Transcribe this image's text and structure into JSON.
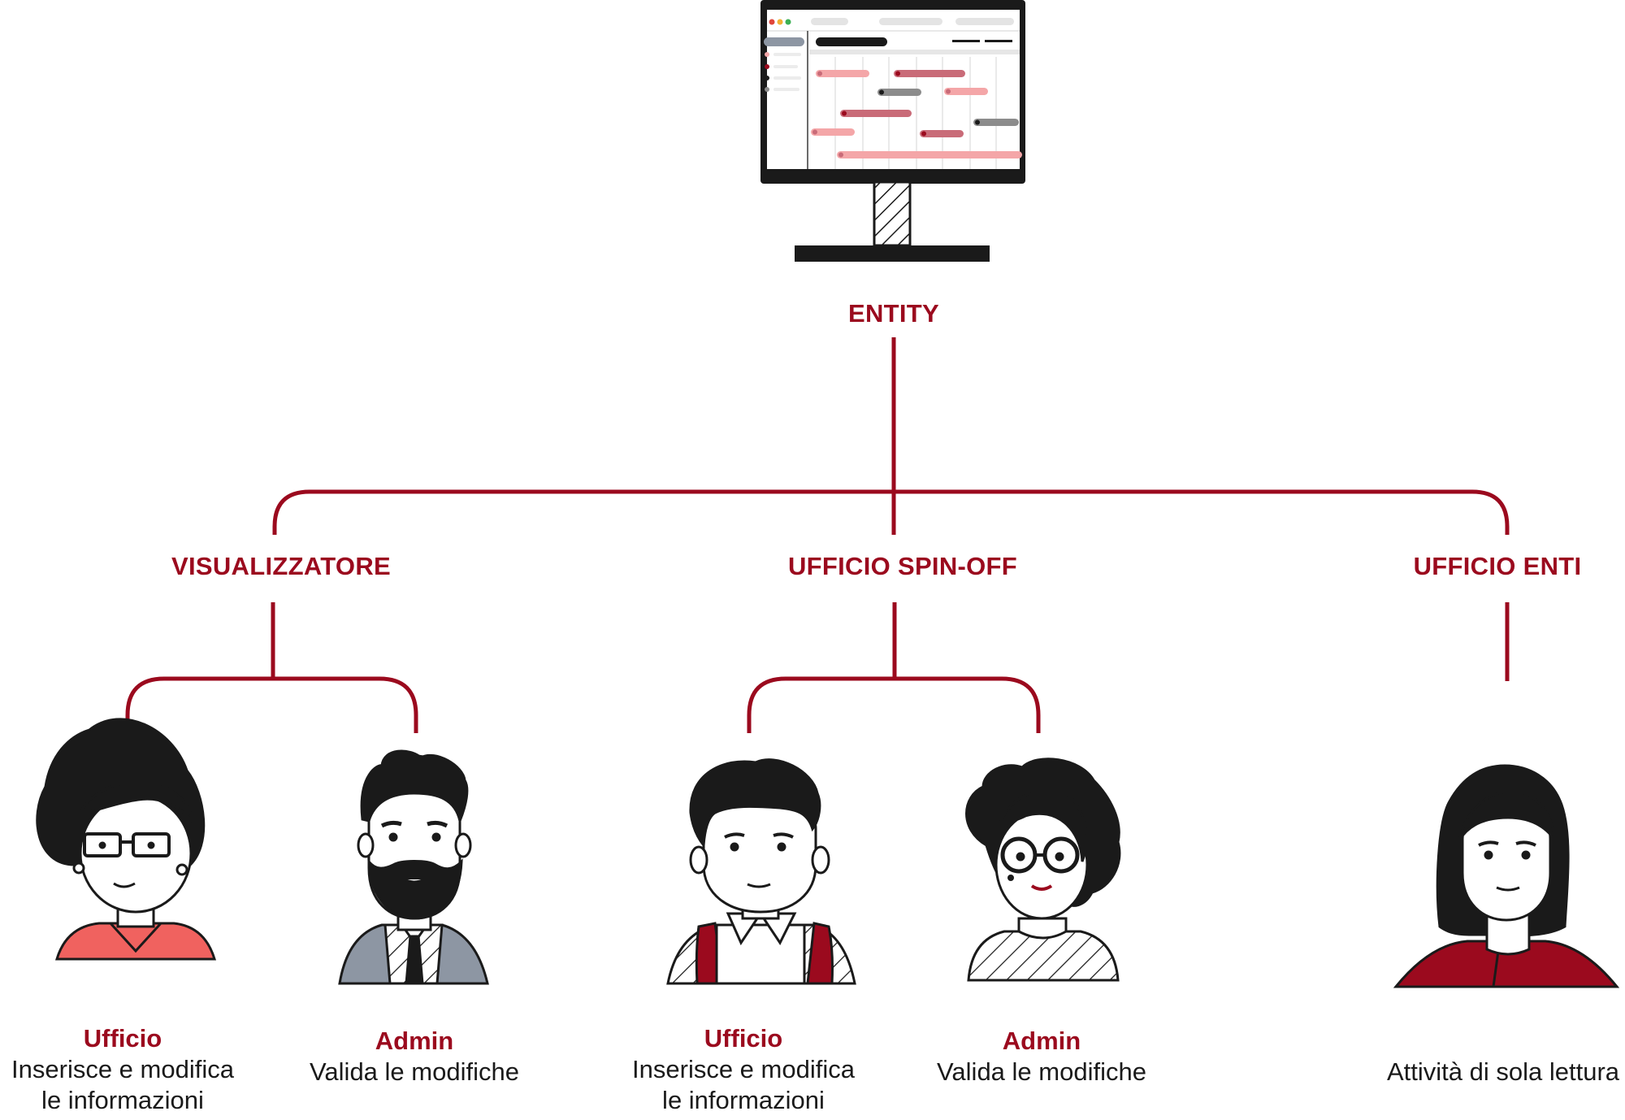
{
  "colors": {
    "accent": "#9b0a1e",
    "connector": "#9b0a1e",
    "coral_shirt": "#f0625f",
    "grey_jacket": "#8d96a3",
    "dark_red_shirt": "#9b0a1e",
    "gantt_pink": "#f4a6a8",
    "gantt_rose": "#c96b78",
    "gantt_grey": "#8c8c8c"
  },
  "root": {
    "label": "ENTITY",
    "icon": "monitor-gantt-icon"
  },
  "groups": [
    {
      "label": "VISUALIZZATORE"
    },
    {
      "label": "UFFICIO SPIN-OFF"
    },
    {
      "label": "UFFICIO ENTI"
    }
  ],
  "roles": [
    {
      "title": "Ufficio",
      "desc_line1": "Inserisce e modifica",
      "desc_line2": "le informazioni",
      "icon": "woman-glasses-avatar-icon"
    },
    {
      "title": "Admin",
      "desc_line1": "Valida le modifiche",
      "desc_line2": "",
      "icon": "bearded-man-avatar-icon"
    },
    {
      "title": "Ufficio",
      "desc_line1": "Inserisce e modifica",
      "desc_line2": "le informazioni",
      "icon": "young-man-avatar-icon"
    },
    {
      "title": "Admin",
      "desc_line1": "Valida le modifiche",
      "desc_line2": "",
      "icon": "woman-round-glasses-avatar-icon"
    },
    {
      "title": "",
      "desc_line1": "Attività di sola lettura",
      "desc_line2": "",
      "icon": "woman-long-hair-avatar-icon"
    }
  ]
}
